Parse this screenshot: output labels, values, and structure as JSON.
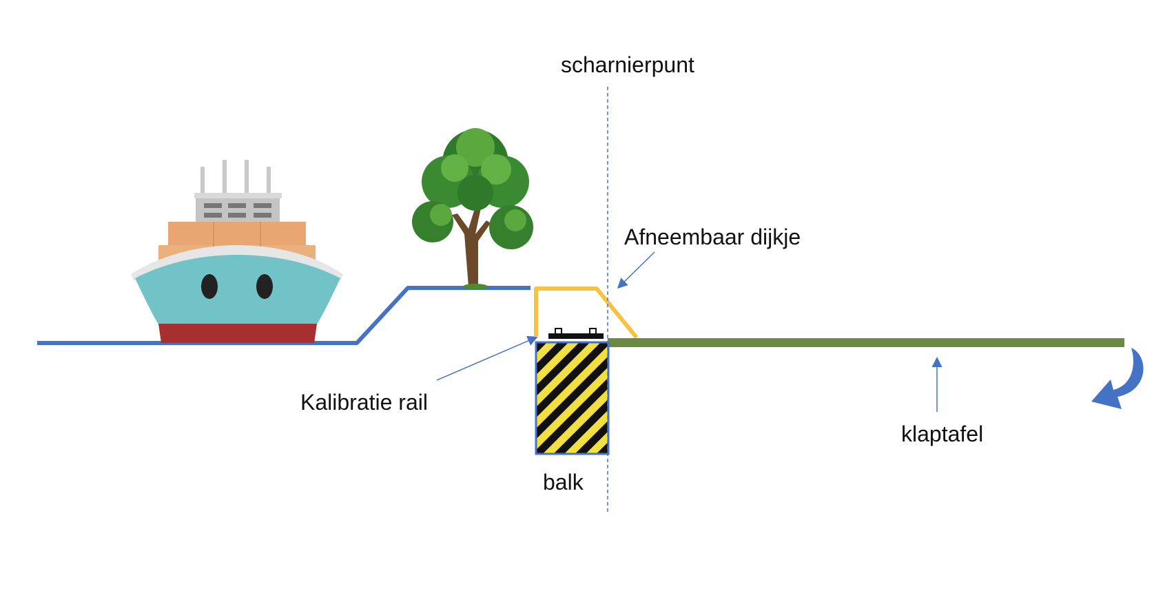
{
  "labels": {
    "hinge": "scharnierpunt",
    "removable_dike": "Afneembaar dijkje",
    "calibration_rail": "Kalibratie rail",
    "beam": "balk",
    "folding_table": "klaptafel"
  },
  "icons": {
    "ship": "ship-icon",
    "tree": "tree-icon",
    "rotation_arrow": "curved-arrow-icon"
  },
  "colors": {
    "ground_line": "#4472c4",
    "dike": "#f5c242",
    "table": "#6a8a42",
    "beam_stripe_dark": "#111111",
    "beam_stripe_light": "#f2e040",
    "hinge_line": "#4472c4",
    "pointer": "#4472c4"
  }
}
